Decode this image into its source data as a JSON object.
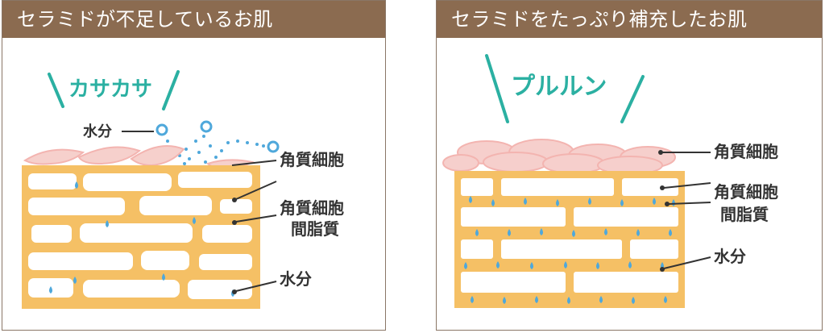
{
  "left_panel": {
    "title": "セラミドが不足しているお肌",
    "onomatopoeia": "カサカサ",
    "labels": {
      "water_top": "水分",
      "corneocyte": "角質細胞",
      "intercellular_line1": "角質細胞",
      "intercellular_line2": "間脂質",
      "water_bottom": "水分"
    }
  },
  "right_panel": {
    "title": "セラミドをたっぷり補充したお肌",
    "onomatopoeia": "プルルン",
    "labels": {
      "corneocyte": "角質細胞",
      "intercellular_line1": "角質細胞",
      "intercellular_line2": "間脂質",
      "water": "水分"
    }
  },
  "colors": {
    "header_bg": "#8b6b50",
    "lipid": "#f5c065",
    "cell": "#ffffff",
    "corneocyte_pink": "#f3b4b0",
    "water_drop": "#4fa8db",
    "onomatopoeia": "#2bb0a2"
  }
}
